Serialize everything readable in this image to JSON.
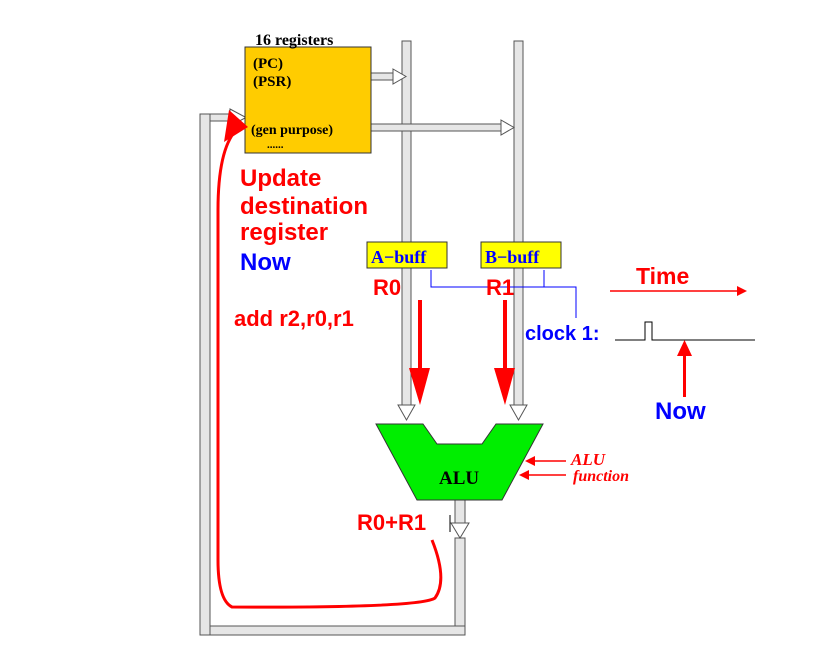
{
  "registers": {
    "title": "16 registers",
    "pc": "(PC)",
    "psr": "(PSR)",
    "gen_purpose": "(gen purpose)",
    "dots": "......"
  },
  "buffers": {
    "a": "A−buff",
    "b": "B−buff"
  },
  "alu": {
    "label": "ALU",
    "function_line1": "ALU",
    "function_line2": "function"
  },
  "labels": {
    "r0": "R0",
    "r1": "R1",
    "sum": "R0+R1",
    "update1": "Update",
    "update2": "destination",
    "update3": "register",
    "now_left": "Now",
    "instruction": "add r2,r0,r1",
    "time": "Time",
    "clock": "clock 1:",
    "now_right": "Now"
  },
  "colors": {
    "register_fill": "#ffcc00",
    "buffer_fill": "#ffff00",
    "alu_fill": "#00ee00",
    "red": "#ff0000",
    "blue": "#0000ff",
    "bus_fill": "#e6e6e6"
  }
}
